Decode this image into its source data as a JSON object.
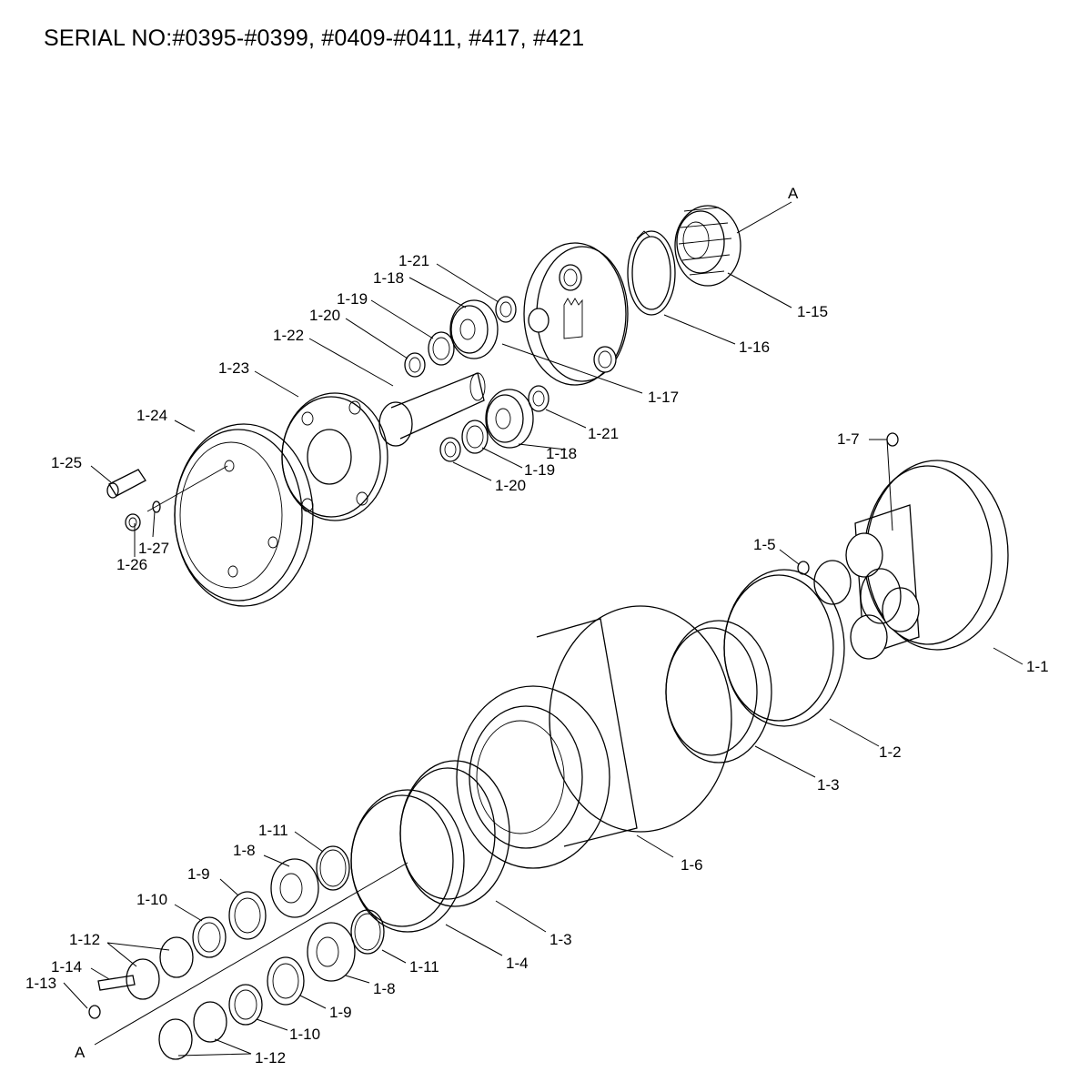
{
  "header": {
    "serial": "SERIAL NO:#0395-#0399, #0409-#0411, #417, #421"
  },
  "labels": [
    {
      "id": "A_top",
      "text": "A"
    },
    {
      "id": "p1_21a",
      "text": "1-21"
    },
    {
      "id": "p1_18a",
      "text": "1-18"
    },
    {
      "id": "p1_19a",
      "text": "1-19"
    },
    {
      "id": "p1_20a",
      "text": "1-20"
    },
    {
      "id": "p1_22",
      "text": "1-22"
    },
    {
      "id": "p1_23",
      "text": "1-23"
    },
    {
      "id": "p1_24",
      "text": "1-24"
    },
    {
      "id": "p1_25",
      "text": "1-25"
    },
    {
      "id": "p1_26",
      "text": "1-26"
    },
    {
      "id": "p1_27",
      "text": "1-27"
    },
    {
      "id": "p1_15",
      "text": "1-15"
    },
    {
      "id": "p1_16",
      "text": "1-16"
    },
    {
      "id": "p1_17",
      "text": "1-17"
    },
    {
      "id": "p1_21b",
      "text": "1-21"
    },
    {
      "id": "p1_18b",
      "text": "1-18"
    },
    {
      "id": "p1_19b",
      "text": "1-19"
    },
    {
      "id": "p1_20b",
      "text": "1-20"
    },
    {
      "id": "p1_7",
      "text": "1-7"
    },
    {
      "id": "p1_5",
      "text": "1-5"
    },
    {
      "id": "p1_1",
      "text": "1-1"
    },
    {
      "id": "p1_2",
      "text": "1-2"
    },
    {
      "id": "p1_3a",
      "text": "1-3"
    },
    {
      "id": "p1_6",
      "text": "1-6"
    },
    {
      "id": "p1_3b",
      "text": "1-3"
    },
    {
      "id": "p1_4",
      "text": "1-4"
    },
    {
      "id": "p1_11a",
      "text": "1-11"
    },
    {
      "id": "p1_8a",
      "text": "1-8"
    },
    {
      "id": "p1_9a",
      "text": "1-9"
    },
    {
      "id": "p1_10a",
      "text": "1-10"
    },
    {
      "id": "p1_12a",
      "text": "1-12"
    },
    {
      "id": "p1_14",
      "text": "1-14"
    },
    {
      "id": "p1_13",
      "text": "1-13"
    },
    {
      "id": "A_bottom",
      "text": "A"
    },
    {
      "id": "p1_11b",
      "text": "1-11"
    },
    {
      "id": "p1_8b",
      "text": "1-8"
    },
    {
      "id": "p1_9b",
      "text": "1-9"
    },
    {
      "id": "p1_10b",
      "text": "1-10"
    },
    {
      "id": "p1_12b",
      "text": "1-12"
    }
  ]
}
